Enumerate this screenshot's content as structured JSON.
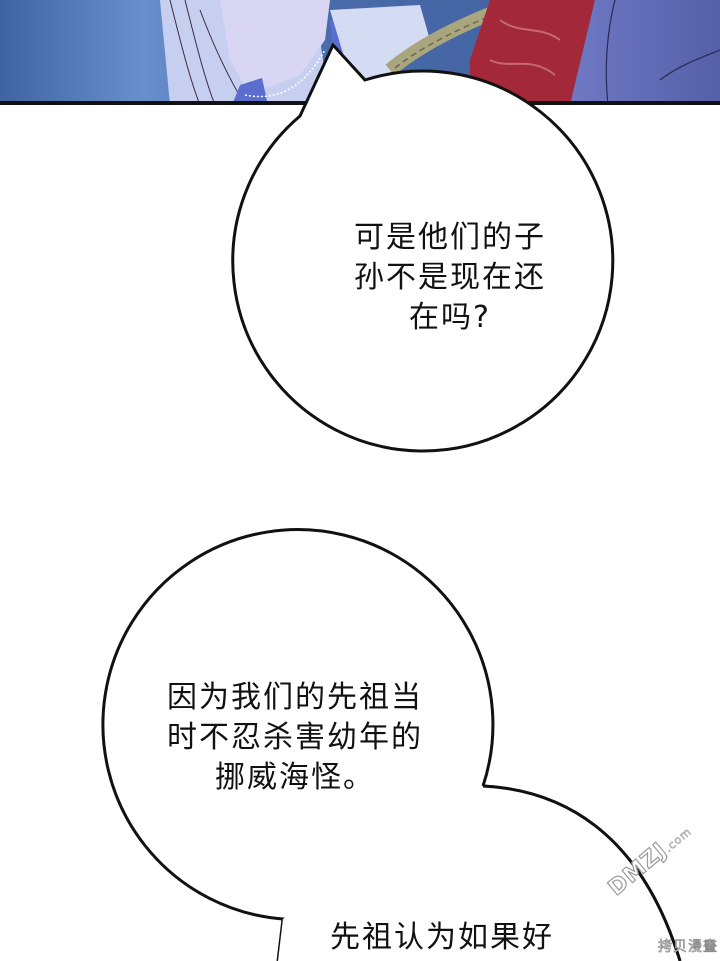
{
  "comic": {
    "top_panel": {
      "description": "Illustrated panel: blue background, long-haired figure in light dress, braided rope and red patterned cloth",
      "colors": {
        "background": "#4a6fae",
        "hair": "#c9d3f0",
        "cloth_red": "#a3283a",
        "braid": "#b8b48e",
        "border": "#111111"
      }
    },
    "bubbles": [
      {
        "id": "bubble-1",
        "lines": [
          "可是他们的子",
          "孙不是现在还",
          "在吗?"
        ]
      },
      {
        "id": "bubble-2",
        "lines": [
          "因为我们的先祖当",
          "时不忍杀害幼年的",
          "挪威海怪。"
        ]
      },
      {
        "id": "bubble-3",
        "lines": [
          "先祖认为如果好"
        ]
      }
    ],
    "watermark": {
      "logo": "DMZJ",
      "logo_suffix": ".com",
      "subtitle": "拷贝漫畫"
    }
  }
}
